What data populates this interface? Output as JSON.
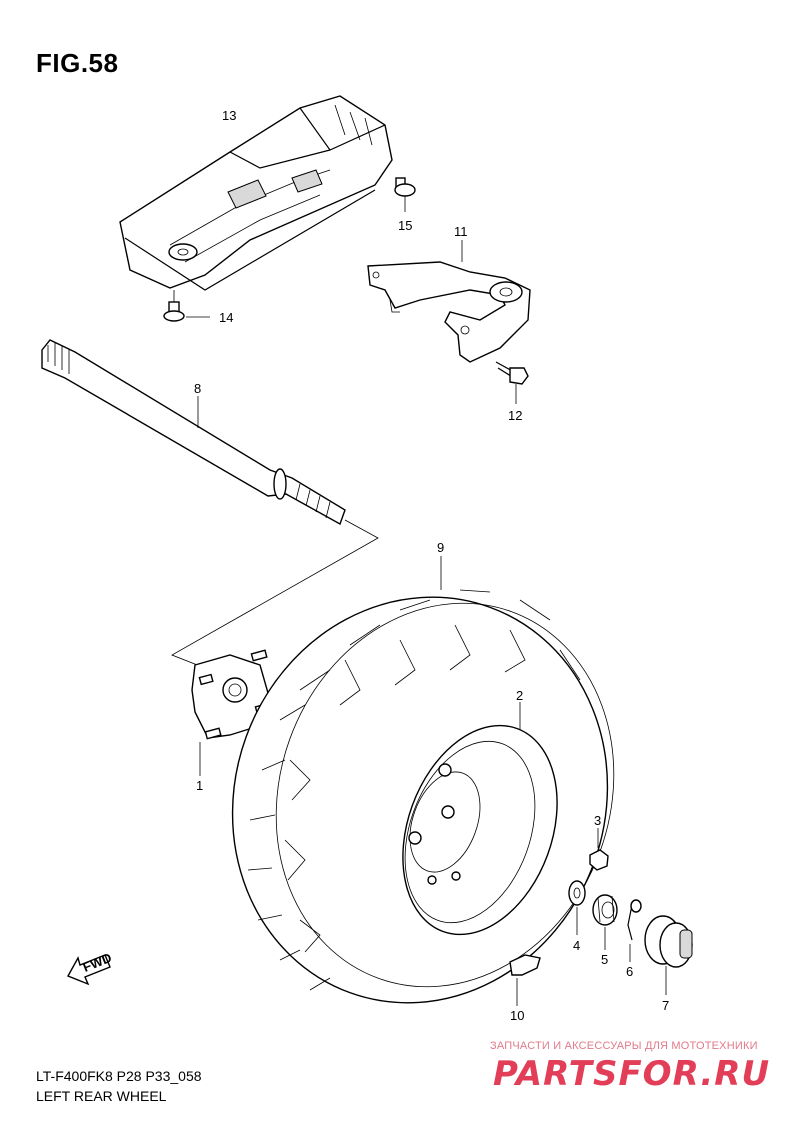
{
  "figure": {
    "title": "FIG.58",
    "code": "LT-F400FK8 P28 P33_058",
    "name": "LEFT REAR WHEEL"
  },
  "fwd_label": "FWD",
  "callouts": [
    "1",
    "2",
    "3",
    "4",
    "5",
    "6",
    "7",
    "8",
    "9",
    "10",
    "11",
    "12",
    "13",
    "14",
    "15"
  ],
  "watermark": {
    "tagline": "ЗАПЧАСТИ И АКСЕССУАРЫ ДЛЯ МОТОТЕХНИКИ",
    "logo": "PARTSFOR.RU",
    "color": "#e23e57"
  }
}
